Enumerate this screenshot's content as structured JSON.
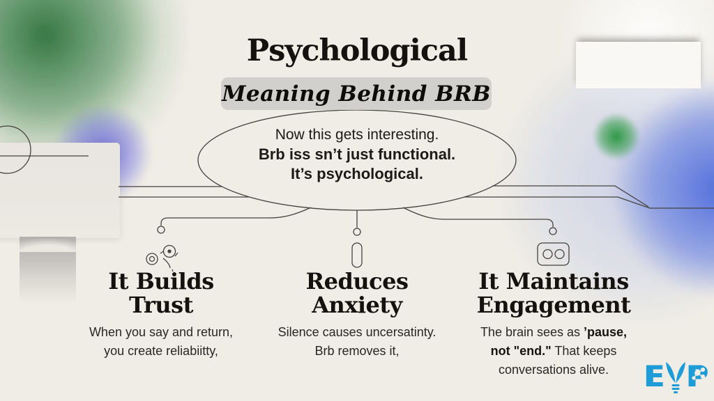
{
  "title": "Psychological",
  "subtitle": "Meaning Behind BRB",
  "bubble": {
    "l1": "Now this gets interesting.",
    "l2": "Brb iss sn’t just functional.",
    "l3": "It’s psychological."
  },
  "columns": [
    {
      "icon": "doodle-sparkle-icon",
      "heading": {
        "h1": "It Builds",
        "h2": "Trust"
      },
      "body": {
        "l1": "When you say and return,",
        "l2": "you create reliabiitty,"
      }
    },
    {
      "icon": "pill-icon",
      "heading": {
        "h1": "Reduces",
        "h2": "Anxiety"
      },
      "body": {
        "l1": "Silence causes uncersatinty.",
        "l2": "Brb removes it,"
      }
    },
    {
      "icon": "cassette-icon",
      "heading": {
        "h1": "It Maintains",
        "h2": "Engagement"
      },
      "body": {
        "l1a": "The brain sees as ",
        "l1b": "’pause,",
        "l2a": "not \"end.\"",
        "l2b": " That keeps",
        "l3": "conversations alive."
      }
    }
  ],
  "logo": {
    "text": "EVP",
    "letter_e": "E",
    "letter_p": "P",
    "color": "#1e9cd7"
  },
  "colors": {
    "background": "#f0ede6",
    "line": "#45413c",
    "subtitle_highlight": "#cecccA",
    "green_blob": "#2e7d44",
    "blue_blob_left": "#5c5cd8",
    "green_dot": "#24943c",
    "blue_blob_right": "#3a5cda",
    "text_dark": "#14110e"
  }
}
